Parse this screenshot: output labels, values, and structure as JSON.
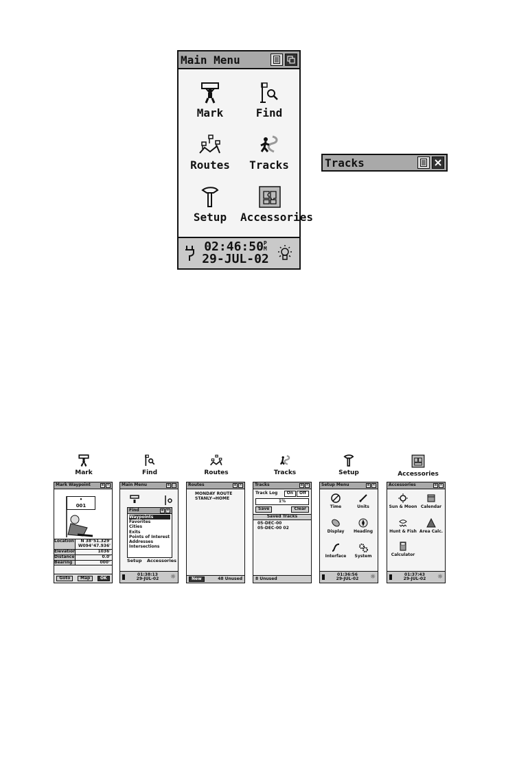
{
  "main_menu": {
    "title": "Main Menu",
    "items": [
      {
        "label": "Mark",
        "icon": "mark-icon"
      },
      {
        "label": "Find",
        "icon": "find-icon"
      },
      {
        "label": "Routes",
        "icon": "routes-icon"
      },
      {
        "label": "Tracks",
        "icon": "tracks-icon"
      },
      {
        "label": "Setup",
        "icon": "setup-icon"
      },
      {
        "label": "Accessories",
        "icon": "accessories-icon"
      }
    ],
    "time": "02:46:50",
    "ampm_p": "P",
    "ampm_m": "M",
    "date": "29-JUL-02"
  },
  "tracks_header": {
    "title": "Tracks"
  },
  "row_labels": [
    "Mark",
    "Find",
    "Routes",
    "Tracks",
    "Setup",
    "Accessories"
  ],
  "mark_screen": {
    "title": "Mark Waypoint",
    "flag_value": "001",
    "fields": [
      {
        "label": "Location",
        "value": "N 38°51.329'",
        "value2": "W094°47.936'"
      },
      {
        "label": "Elevation",
        "value": "1036'"
      },
      {
        "label": "Distance",
        "value": "0.0'"
      },
      {
        "label": "Bearing",
        "value": "000°"
      }
    ],
    "buttons": [
      "Goto",
      "Map",
      "OK"
    ]
  },
  "find_screen": {
    "title": "Main Menu",
    "popup_title": "Find",
    "options": [
      "Waypoints",
      "Favorites",
      "Cities",
      "Exits",
      "Points of Interest",
      "Addresses",
      "Intersections"
    ],
    "bg_labels": [
      "Setup",
      "Accessories"
    ],
    "time": "01:38:13",
    "date": "29-JUL-02"
  },
  "routes_screen": {
    "title": "Routes",
    "routes": [
      "MONDAY ROUTE",
      "STANLY→HOME"
    ],
    "new_button": "New",
    "unused": "48 Unused"
  },
  "tracks_screen": {
    "title": "Tracks",
    "track_log_label": "Track Log",
    "on": "On",
    "off": "Off",
    "percent": "1%",
    "save": "Save",
    "clear": "Clear",
    "saved_header": "Saved Tracks",
    "saved": [
      "05-DEC-00",
      "05-DEC-00 02"
    ],
    "unused": "8 Unused"
  },
  "setup_screen": {
    "title": "Setup Menu",
    "items": [
      "Time",
      "Units",
      "Display",
      "Heading",
      "Interface",
      "System"
    ],
    "time": "01:36:56",
    "date": "29-JUL-02"
  },
  "accessories_screen": {
    "title": "Accessories",
    "items": [
      "Sun & Moon",
      "Calendar",
      "Hunt & Fish",
      "Area Calc.",
      "Calculator"
    ],
    "time": "01:37:43",
    "date": "29-JUL-02"
  }
}
